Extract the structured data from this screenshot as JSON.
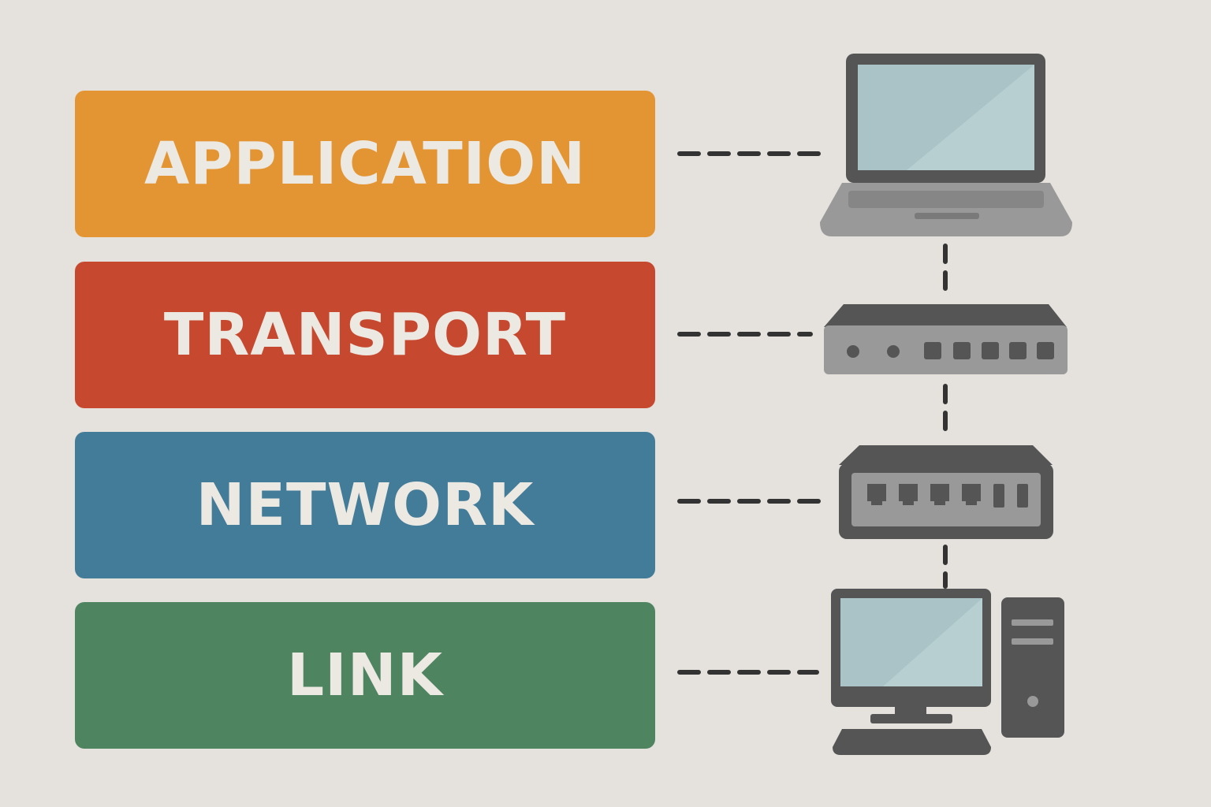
{
  "layers": [
    {
      "id": "application",
      "label": "APPLICATION",
      "color": "#e39534",
      "device": "laptop-icon"
    },
    {
      "id": "transport",
      "label": "TRANSPORT",
      "color": "#c6492f",
      "device": "router-icon"
    },
    {
      "id": "network",
      "label": "NETWORK",
      "color": "#437c98",
      "device": "switch-icon"
    },
    {
      "id": "link",
      "label": "LINK",
      "color": "#4e8560",
      "device": "desktop-computer-icon"
    }
  ],
  "colors": {
    "background": "#e5e1dc",
    "label_text": "#ece8e2",
    "device_dark": "#555555",
    "device_mid": "#9a9a9a",
    "screen": "#a9c3c6",
    "connector": "#333333"
  }
}
